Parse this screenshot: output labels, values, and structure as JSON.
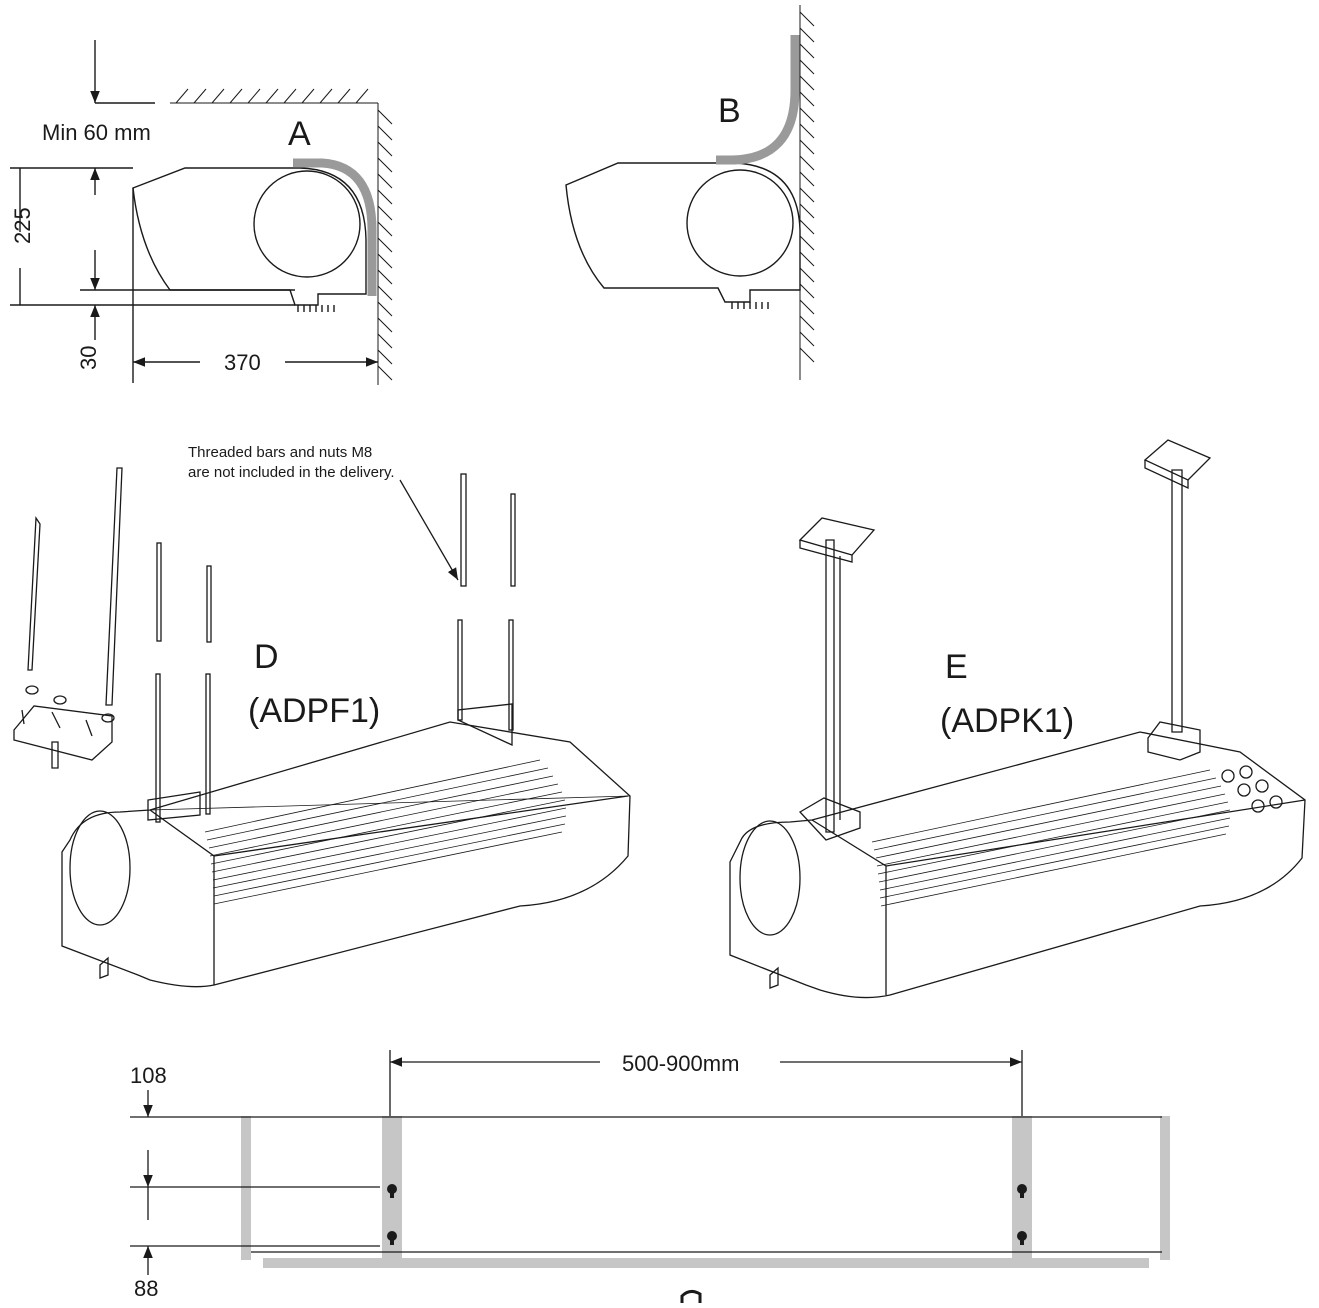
{
  "labels": {
    "view_a": "A",
    "view_b": "B",
    "view_d": "D",
    "view_d_model": "(ADPF1)",
    "view_e": "E",
    "view_e_model": "(ADPK1)"
  },
  "dimensions": {
    "min_clearance": "Min 60 mm",
    "height": "225",
    "bottom_offset": "30",
    "depth": "370",
    "bracket_spacing": "500-900mm",
    "top_offset": "108",
    "bottom_hole_offset": "88"
  },
  "note": {
    "line1": "Threaded bars and nuts M8",
    "line2": "are not included in the delivery."
  },
  "colors": {
    "line": "#1a1a1a",
    "bracket_gray": "#9a9a9a",
    "rail_gray": "#c6c6c6"
  }
}
